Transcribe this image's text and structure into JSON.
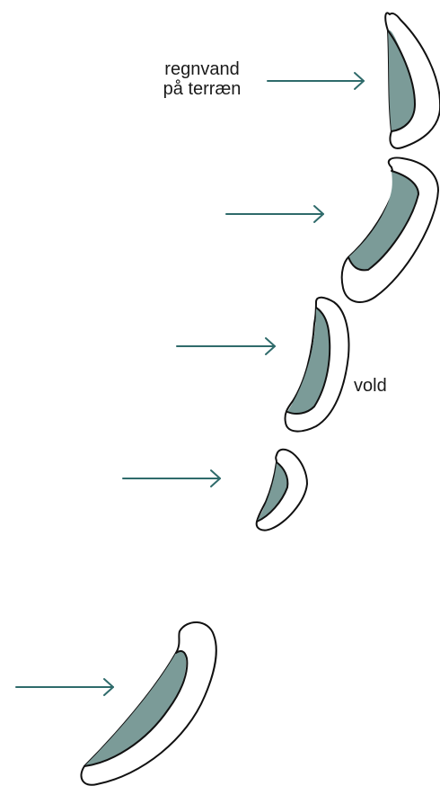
{
  "labels": {
    "rainwater_line1": "regnvand",
    "rainwater_line2": "på terræn",
    "dike": "vold"
  },
  "colors": {
    "water_fill": "#7b9b98",
    "arrow": "#2f6b6b",
    "outline": "#111111"
  }
}
